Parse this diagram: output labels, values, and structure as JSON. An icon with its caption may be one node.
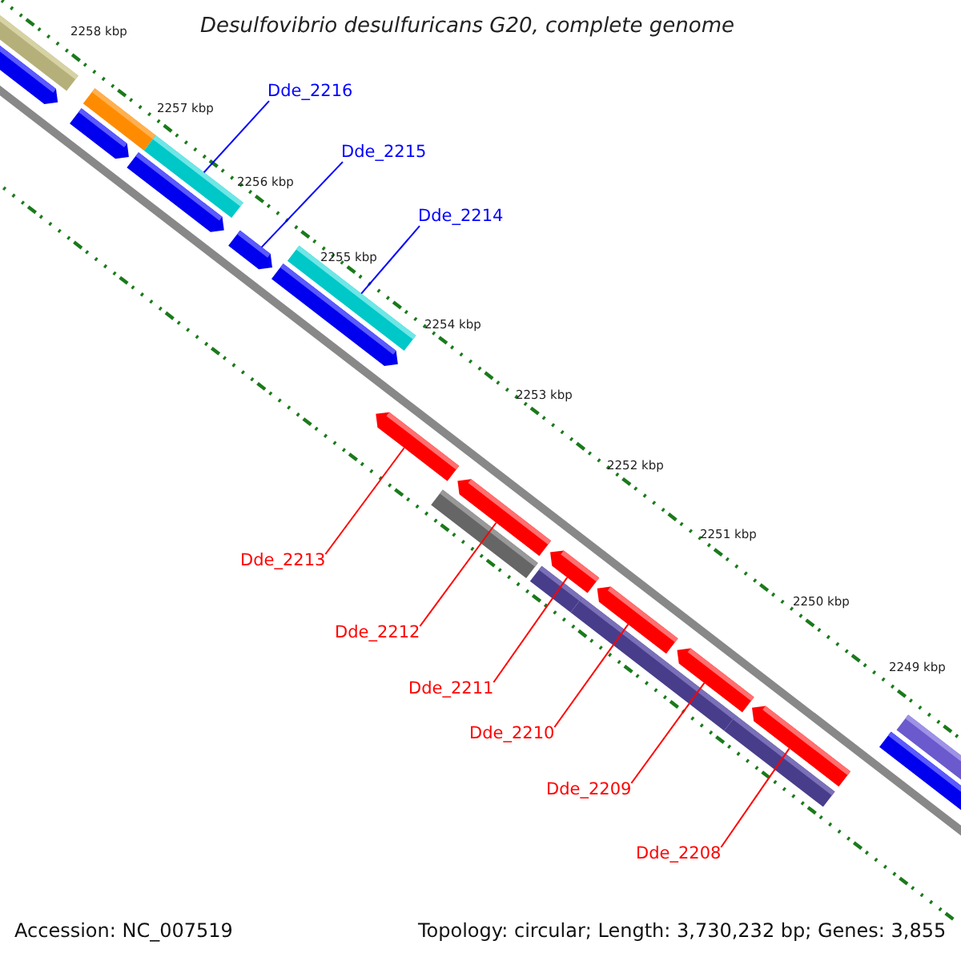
{
  "diagram": {
    "title": "Desulfovibrio desulfuricans G20, complete genome",
    "nodes": [
      {
        "text": [
          "Dde_2216"
        ]
      },
      {
        "text": [
          "Dde_2215"
        ]
      },
      {
        "text": [
          "Dde_2214"
        ]
      },
      {
        "text": [
          "Dde_2213"
        ]
      },
      {
        "text": [
          "Dde_2212"
        ]
      },
      {
        "text": [
          "Dde_2211"
        ]
      },
      {
        "text": [
          "Dde_2210"
        ]
      },
      {
        "text": [
          "Dde_2209"
        ]
      },
      {
        "text": [
          "Dde_2208"
        ]
      },
      {
        "text": [],
        "shape": "bar"
      },
      {
        "text": [],
        "shape": "bar"
      },
      {
        "text": [],
        "shape": "bar"
      },
      {
        "text": [],
        "shape": "bar"
      },
      {
        "text": [],
        "shape": "bar"
      },
      {
        "text": [],
        "shape": "bar"
      },
      {
        "text": [],
        "shape": "bar"
      },
      {
        "text": [],
        "shape": "bar"
      },
      {
        "text": [],
        "shape": "bar"
      }
    ],
    "edges": [
      {
        "from": 0,
        "to": 9,
        "arrow": "none",
        "color": "#0000ff"
      },
      {
        "from": 1,
        "to": 10,
        "arrow": "none",
        "color": "#0000ff"
      },
      {
        "from": 2,
        "to": 11,
        "arrow": "none",
        "color": "#0000ff"
      },
      {
        "from": 3,
        "to": 12,
        "arrow": "none"
      },
      {
        "from": 4,
        "to": 13,
        "arrow": "none"
      },
      {
        "from": 5,
        "to": 14,
        "arrow": "none"
      },
      {
        "from": 6,
        "to": 15,
        "arrow": "none"
      },
      {
        "from": 7,
        "to": 16,
        "arrow": "none"
      },
      {
        "from": 8,
        "to": 17,
        "arrow": "none"
      }
    ],
    "labels": [
      "2258 kbp",
      "2257 kbp",
      "2256 kbp",
      "2255 kbp",
      "2254 kbp",
      "2253 kbp",
      "2252 kbp",
      "2251 kbp",
      "2250 kbp",
      "2249 kbp",
      "Accession: NC_007519",
      "Topology: circular; Length: 3,730,232 bp; Genes: 3,855"
    ]
  }
}
